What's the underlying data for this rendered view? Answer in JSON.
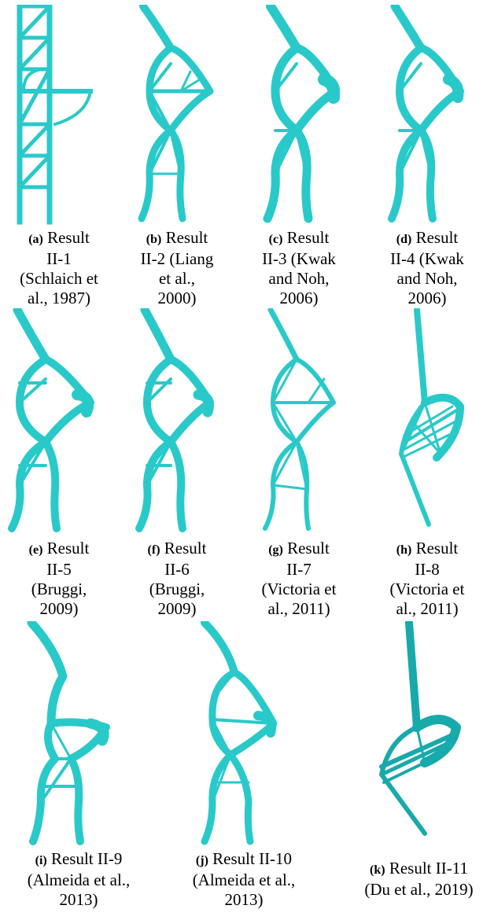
{
  "colors": {
    "structure": "#2ac9c9",
    "structure_dark": "#18a9ab"
  },
  "figures": [
    {
      "id": "a",
      "tag": "(a)",
      "lines": [
        "Result",
        "II-1",
        "(Schlaich et",
        "al., 1987)"
      ]
    },
    {
      "id": "b",
      "tag": "(b)",
      "lines": [
        "Result",
        "II-2 (Liang",
        "et al.,",
        "2000)"
      ]
    },
    {
      "id": "c",
      "tag": "(c)",
      "lines": [
        "Result",
        "II-3 (Kwak",
        "and Noh,",
        "2006)"
      ]
    },
    {
      "id": "d",
      "tag": "(d)",
      "lines": [
        "Result",
        "II-4 (Kwak",
        "and Noh,",
        "2006)"
      ]
    },
    {
      "id": "e",
      "tag": "(e)",
      "lines": [
        "Result",
        "II-5",
        "(Bruggi,",
        "2009)"
      ]
    },
    {
      "id": "f",
      "tag": "(f)",
      "lines": [
        "Result",
        "II-6",
        "(Bruggi,",
        "2009)"
      ]
    },
    {
      "id": "g",
      "tag": "(g)",
      "lines": [
        "Result",
        "II-7",
        "(Victoria et",
        "al., 2011)"
      ]
    },
    {
      "id": "h",
      "tag": "(h)",
      "lines": [
        "Result",
        "II-8",
        "(Victoria et",
        "al., 2011)"
      ]
    },
    {
      "id": "i",
      "tag": "(i)",
      "lines": [
        "Result II-9",
        "(Almeida et al.,",
        "2013)"
      ]
    },
    {
      "id": "j",
      "tag": "(j)",
      "lines": [
        "Result II-10",
        "(Almeida et al.,",
        "2013)"
      ]
    },
    {
      "id": "k",
      "tag": "(k)",
      "lines": [
        "Result II-11",
        "(Du et al., 2019)"
      ]
    }
  ]
}
